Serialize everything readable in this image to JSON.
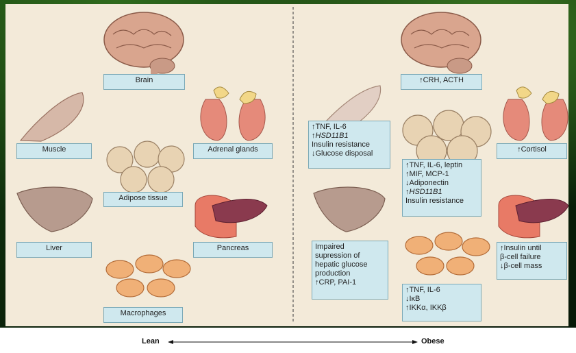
{
  "lean": {
    "brain": "Brain",
    "muscle": "Muscle",
    "adrenal": "Adrenal glands",
    "adipose": "Adipose tissue",
    "liver": "Liver",
    "pancreas": "Pancreas",
    "macrophages": "Macrophages"
  },
  "obese": {
    "brain": "↑CRH, ACTH",
    "muscle": [
      "↑TNF, IL-6",
      "↑HSD11B1",
      "Insulin resistance",
      "↓Glucose disposal"
    ],
    "adrenal": "↑Cortisol",
    "adipose": [
      "↑TNF, IL-6, leptin",
      "↑MIF, MCP-1",
      "↓Adiponectin",
      "↑HSD11B1",
      "Insulin resistance"
    ],
    "liver": [
      "Impaired",
      "supression of",
      "hepatic glucose",
      "production",
      "↑CRP, PAI-1"
    ],
    "macrophages": [
      "↑TNF, IL-6",
      "↓IκB",
      "↑IKKα, IKKβ"
    ],
    "pancreas": [
      "↑Insulin until",
      "β-cell failure",
      "↓β-cell mass"
    ]
  },
  "axis": {
    "left": "Lean",
    "right": "Obese"
  },
  "colors": {
    "panel": "#f3ead9",
    "label_fill": "#cfe8ee",
    "label_border": "#7aa8b6",
    "tissue": "#c9a38e",
    "adipose": "#e8d3b3",
    "macrophage": "#f0b077",
    "adrenal": "#e58a7a"
  }
}
